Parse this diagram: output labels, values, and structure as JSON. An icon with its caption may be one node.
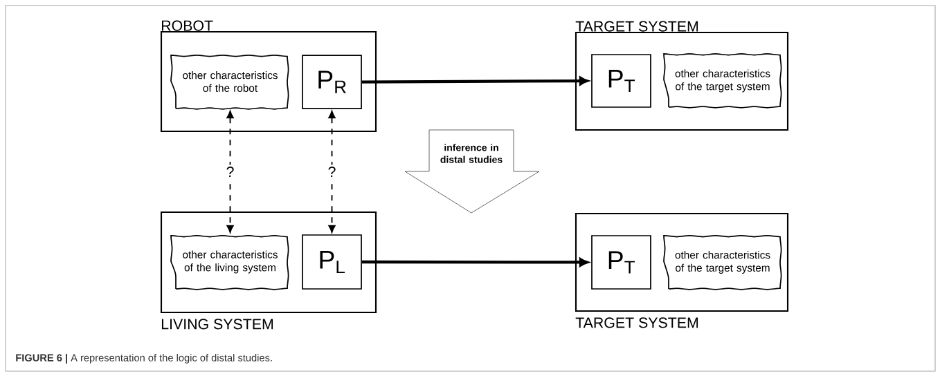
{
  "diagram": {
    "caption": "**FIGURE 6 |** A representation of the logic of distal studies.",
    "nodes": [
      {
        "text": [
          "ROBOT"
        ]
      },
      {
        "text": [
          "other characteristics of the robot"
        ],
        "in": 0
      },
      {
        "text": [
          "P$_{R}$"
        ],
        "in": 0
      },
      {
        "text": [
          "TARGET SYSTEM"
        ]
      },
      {
        "text": [
          "P$_{T}$"
        ],
        "in": 3
      },
      {
        "text": [
          "other characteristics of the target system"
        ],
        "in": 3
      },
      {
        "text": [
          "inference in distal studies"
        ]
      },
      {
        "text": [
          "LIVING SYSTEM"
        ]
      },
      {
        "text": [
          "other characteristics of the living system"
        ],
        "in": 7
      },
      {
        "text": [
          "P$_{L}$"
        ],
        "in": 7
      },
      {
        "text": [
          "TARGET SYSTEM"
        ]
      },
      {
        "text": [
          "P$_{T}$"
        ],
        "in": 10
      },
      {
        "text": [
          "other characteristics of the target system"
        ],
        "in": 10
      }
    ],
    "edges": [
      {
        "from": 2,
        "to": 4,
        "arrow": "to",
        "style": "thick"
      },
      {
        "from": 9,
        "to": 11,
        "arrow": "to",
        "style": "thick"
      },
      {
        "from": 1,
        "to": 8,
        "arrow": "both",
        "style": "dashed",
        "label": "?"
      },
      {
        "from": 2,
        "to": 9,
        "arrow": "both",
        "style": "dashed",
        "label": "?"
      }
    ]
  }
}
